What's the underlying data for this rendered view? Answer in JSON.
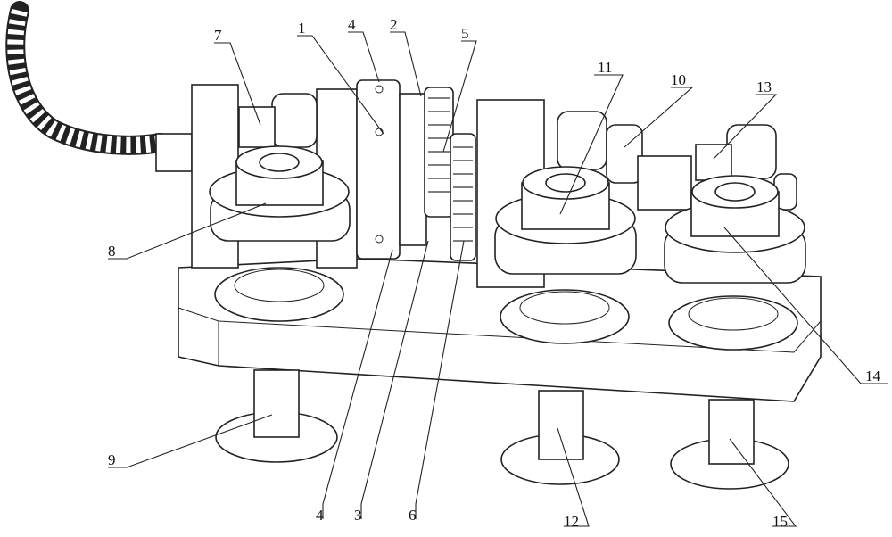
{
  "figure": {
    "labels": {
      "l7": "7",
      "l1": "1",
      "l4_top": "4",
      "l2": "2",
      "l5": "5",
      "l11": "11",
      "l10": "10",
      "l13": "13",
      "l8": "8",
      "l14": "14",
      "l9": "9",
      "l4_bottom": "4",
      "l3": "3",
      "l6": "6",
      "l12": "12",
      "l15": "15"
    }
  }
}
